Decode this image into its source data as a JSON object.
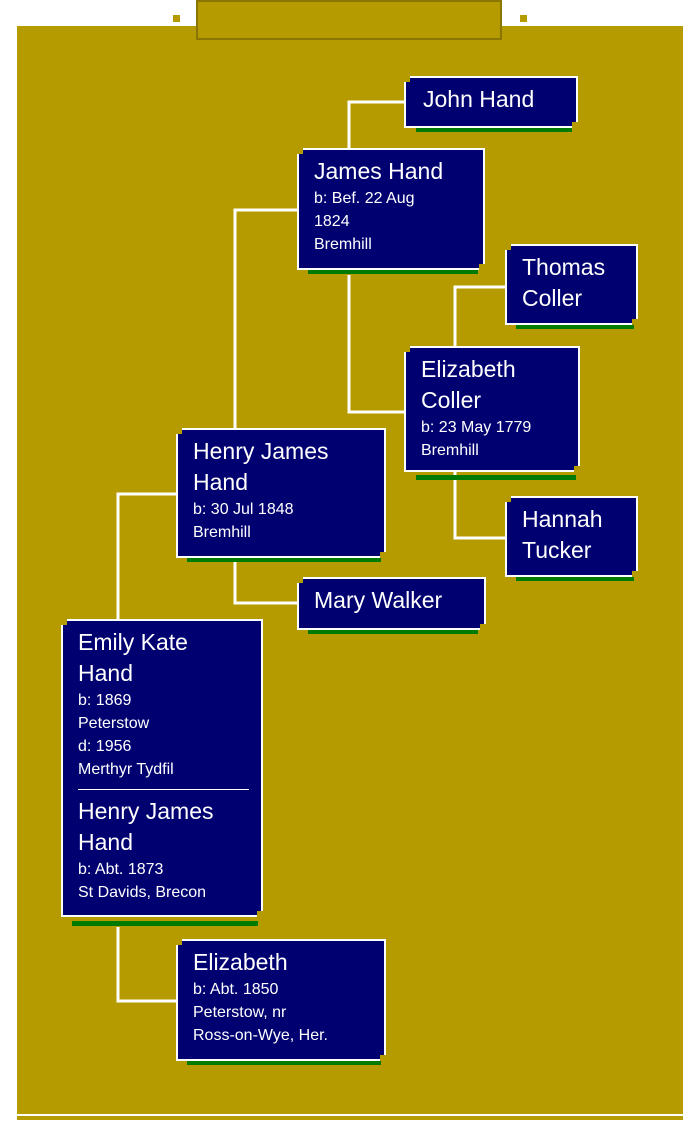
{
  "people": {
    "john_hand": {
      "name": "John Hand"
    },
    "james_hand": {
      "name": "James Hand",
      "birth": "b: Bef. 22 Aug",
      "birth_cont": "1824",
      "birth_place": "Bremhill"
    },
    "thomas_coller": {
      "name_line1": "Thomas",
      "name_line2": "Coller"
    },
    "elizabeth_coller": {
      "name_line1": "Elizabeth",
      "name_line2": "Coller",
      "birth": "b: 23 May 1779",
      "birth_place": "Bremhill"
    },
    "hannah_tucker": {
      "name_line1": "Hannah",
      "name_line2": "Tucker"
    },
    "henry_james_hand_sr": {
      "name_line1": "Henry James",
      "name_line2": "Hand",
      "birth": "b: 30 Jul 1848",
      "birth_place": "Bremhill"
    },
    "mary_walker": {
      "name": "Mary Walker"
    },
    "emily_kate_hand": {
      "name_line1": "Emily Kate",
      "name_line2": "Hand",
      "birth": "b: 1869",
      "birth_place": "Peterstow",
      "death": "d: 1956",
      "death_place": "Merthyr Tydfil"
    },
    "henry_james_hand_spouse": {
      "name_line1": "Henry James",
      "name_line2": "Hand",
      "birth": "b: Abt. 1873",
      "birth_place": "St Davids, Brecon"
    },
    "elizabeth": {
      "name": "Elizabeth",
      "birth": "b: Abt. 1850",
      "birth_place_line1": "Peterstow, nr",
      "birth_place_line2": "Ross-on-Wye, Her."
    }
  },
  "colors": {
    "background": "#b59b00",
    "box": "#000070",
    "box_shadow": "#007a00",
    "lines": "#ffffff"
  }
}
